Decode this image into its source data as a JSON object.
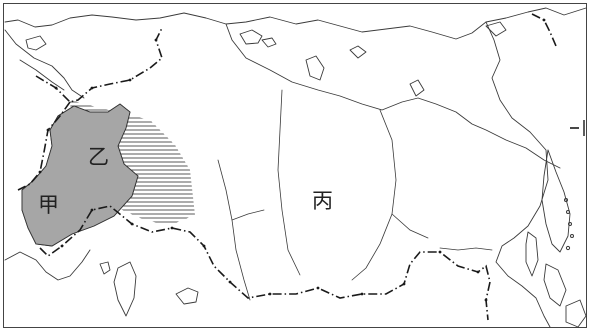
{
  "labels": {
    "region_a": "甲",
    "region_b": "乙",
    "region_c": "丙"
  },
  "colors": {
    "shaded_region": "#a6a6a6",
    "line": "#3a3a3a",
    "border": "#1a1a1a",
    "background": "#ffffff"
  }
}
